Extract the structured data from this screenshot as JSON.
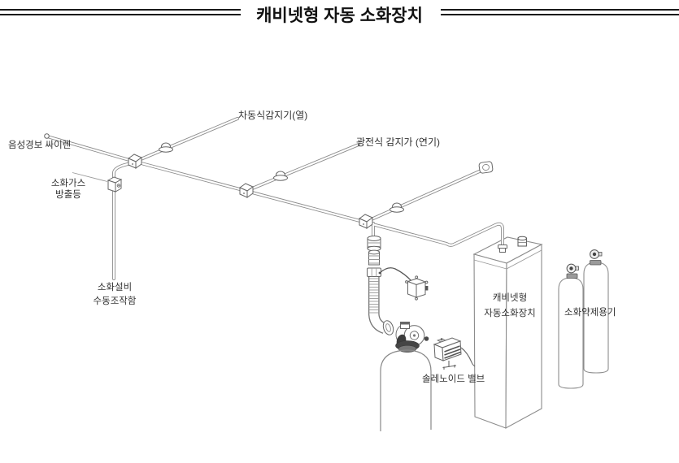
{
  "title": "캐비넷형 자동 소화장치",
  "diagram": {
    "labels": {
      "siren": "음성경보 싸이렌",
      "discharge_light": [
        "소화가스",
        "방출등"
      ],
      "heat_detector": "차동식감지기(열)",
      "smoke_detector": "광전식 감지가 (연기)",
      "manual_box": [
        "소화설비",
        "수동조작함"
      ],
      "cabinet": [
        "캐비넷형",
        "자동소화장치"
      ],
      "agent_container": "소화약제용기",
      "solenoid_valve": "솔레노이드 밸브"
    }
  },
  "colors": {
    "line": "#8c8c8c",
    "dark": "#444444",
    "text": "#333333",
    "title": "#111111",
    "background": "#ffffff"
  }
}
